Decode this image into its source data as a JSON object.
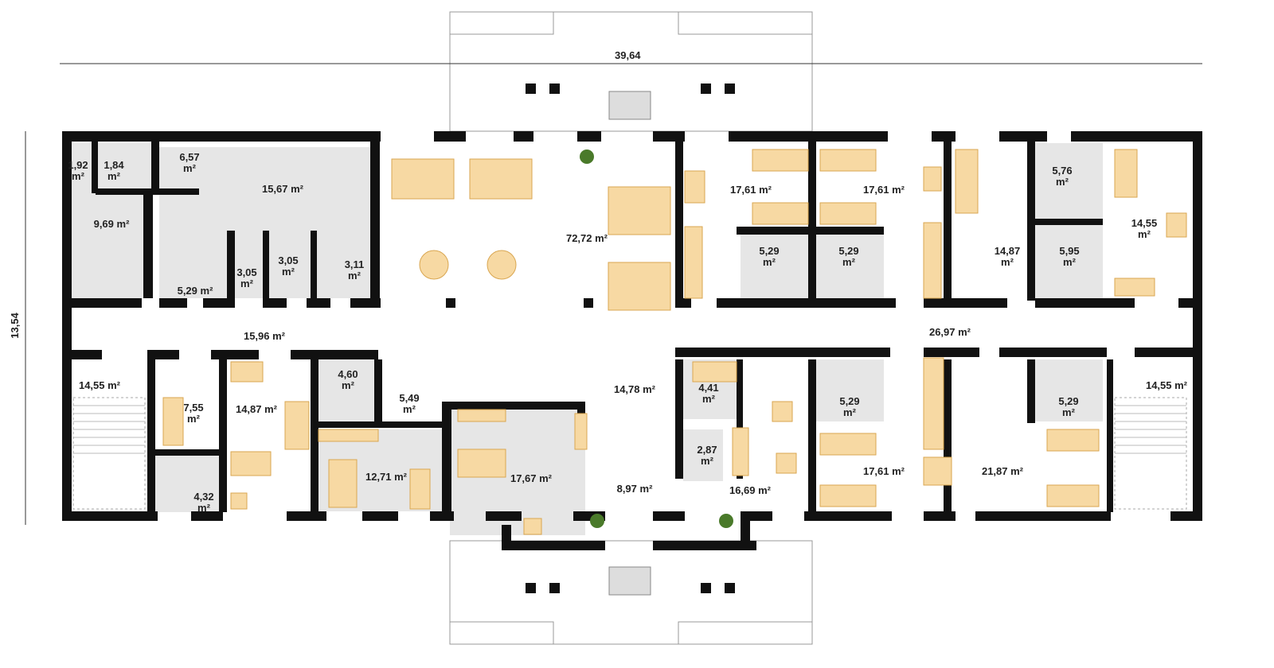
{
  "plan": {
    "dimensions": {
      "width": "39,64",
      "depth": "13,54"
    },
    "colors": {
      "wall": "#111111",
      "room_gray": "#e6e6e6",
      "furniture": "#f7d9a3",
      "furniture_stroke": "#d9a650",
      "plant": "#4a7a2a"
    },
    "rooms": [
      {
        "id": "r1",
        "label": "1,92 m²",
        "wrap": true
      },
      {
        "id": "r2",
        "label": "1,84 m²",
        "wrap": true
      },
      {
        "id": "r3",
        "label": "6,57 m²",
        "wrap": true
      },
      {
        "id": "r4",
        "label": "15,67 m²"
      },
      {
        "id": "r5",
        "label": "9,69 m²"
      },
      {
        "id": "r6",
        "label": "5,29 m²"
      },
      {
        "id": "r7",
        "label": "3,05 m²",
        "wrap": true
      },
      {
        "id": "r8",
        "label": "3,05 m²",
        "wrap": true
      },
      {
        "id": "r9",
        "label": "3,11 m²",
        "wrap": true
      },
      {
        "id": "r10",
        "label": "72,72 m²"
      },
      {
        "id": "r11",
        "label": "17,61 m²"
      },
      {
        "id": "r12",
        "label": "17,61 m²"
      },
      {
        "id": "r13",
        "label": "5,29 m²",
        "wrap": true
      },
      {
        "id": "r14",
        "label": "5,29 m²",
        "wrap": true
      },
      {
        "id": "r15",
        "label": "14,87 m²",
        "wrap": true
      },
      {
        "id": "r16",
        "label": "5,76 m²",
        "wrap": true
      },
      {
        "id": "r17",
        "label": "5,95 m²",
        "wrap": true
      },
      {
        "id": "r18",
        "label": "14,55 m²",
        "wrap": true
      },
      {
        "id": "r19",
        "label": "15,96 m²"
      },
      {
        "id": "r20",
        "label": "26,97 m²"
      },
      {
        "id": "r21",
        "label": "14,55 m²"
      },
      {
        "id": "r22",
        "label": "7,55 m²",
        "wrap": true
      },
      {
        "id": "r23",
        "label": "14,87 m²"
      },
      {
        "id": "r24",
        "label": "4,60 m²",
        "wrap": true
      },
      {
        "id": "r25",
        "label": "5,49 m²",
        "wrap": true
      },
      {
        "id": "r26",
        "label": "14,78 m²"
      },
      {
        "id": "r27",
        "label": "4,41 m²",
        "wrap": true
      },
      {
        "id": "r28",
        "label": "5,29 m²",
        "wrap": true
      },
      {
        "id": "r29",
        "label": "5,29 m²",
        "wrap": true
      },
      {
        "id": "r30",
        "label": "14,55 m²"
      },
      {
        "id": "r31",
        "label": "2,87 m²",
        "wrap": true
      },
      {
        "id": "r32",
        "label": "4,32 m²",
        "wrap": true
      },
      {
        "id": "r33",
        "label": "12,71 m²"
      },
      {
        "id": "r34",
        "label": "17,67 m²"
      },
      {
        "id": "r35",
        "label": "8,97 m²"
      },
      {
        "id": "r36",
        "label": "16,69 m²"
      },
      {
        "id": "r37",
        "label": "17,61 m²"
      },
      {
        "id": "r38",
        "label": "21,87 m²"
      }
    ]
  }
}
